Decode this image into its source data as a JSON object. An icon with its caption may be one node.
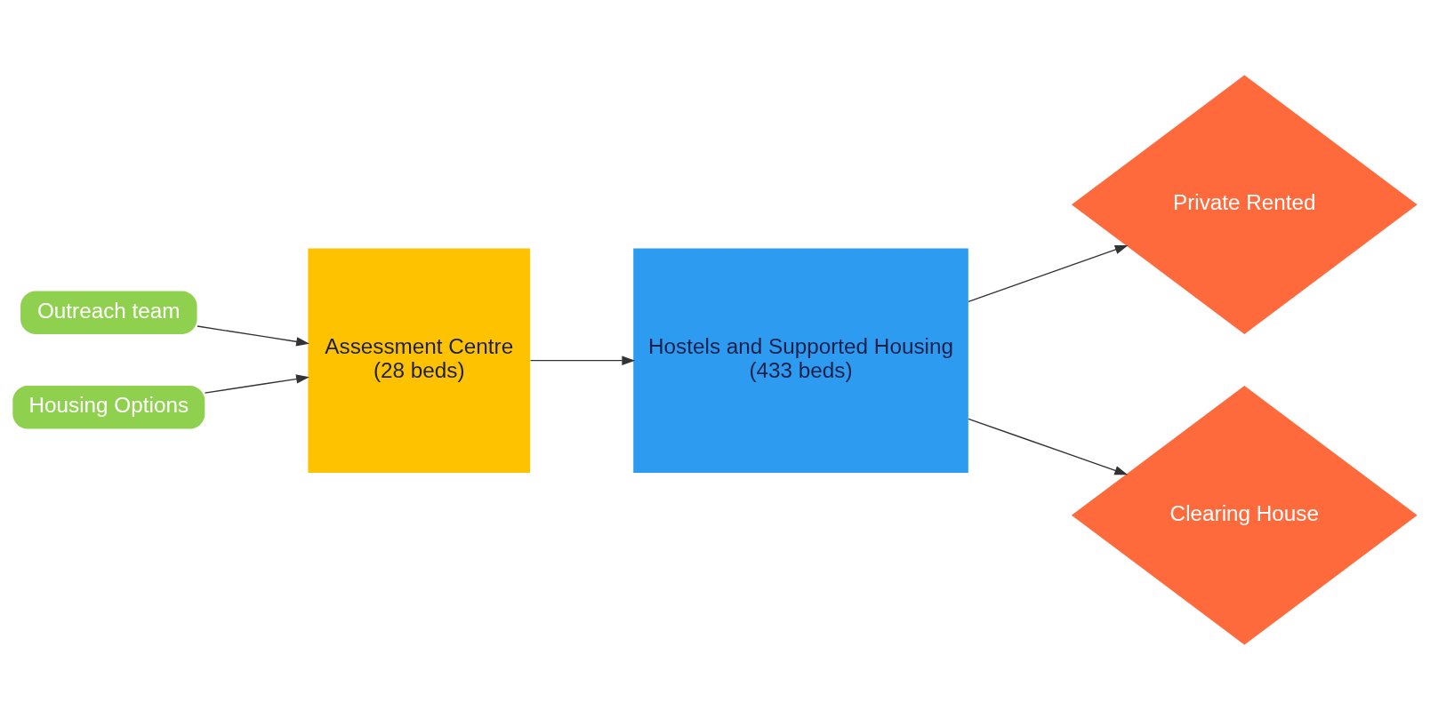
{
  "diagram": {
    "nodes": [
      {
        "text": [
          "Outreach team"
        ]
      },
      {
        "text": [
          "Housing Options"
        ]
      },
      {
        "text": [
          "Assessment Centre",
          "(28 beds)"
        ]
      },
      {
        "text": [
          "Hostels and Supported Housing",
          "(433 beds)"
        ]
      },
      {
        "text": [
          "Private Rented"
        ]
      },
      {
        "text": [
          "Clearing House"
        ]
      }
    ],
    "edges": [
      {
        "from": 0,
        "to": 2,
        "arrow": "to"
      },
      {
        "from": 1,
        "to": 2,
        "arrow": "to"
      },
      {
        "from": 2,
        "to": 3,
        "arrow": "to"
      },
      {
        "from": 3,
        "to": 4,
        "arrow": "to"
      },
      {
        "from": 3,
        "to": 5,
        "arrow": "to"
      }
    ]
  }
}
